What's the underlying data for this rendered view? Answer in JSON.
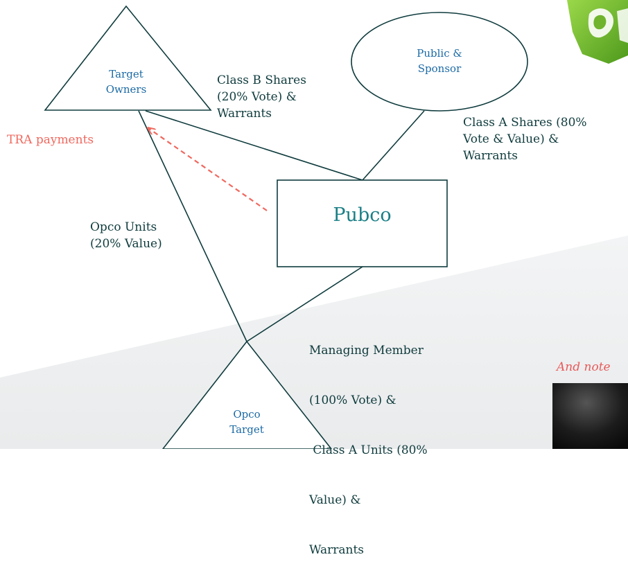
{
  "nodes": {
    "target_owners": [
      "Target",
      "Owners"
    ],
    "public_sponsor": [
      "Public &",
      "Sponsor"
    ],
    "pubco": "Pubco",
    "opco_target": [
      "Opco",
      "Target"
    ]
  },
  "edge_labels": {
    "class_b": [
      "Class B Shares",
      "(20% Vote) &",
      "Warrants"
    ],
    "class_a_shares": [
      "Class A Shares (80%",
      "Vote & Value) &",
      "Warrants"
    ],
    "opco_units": [
      "Opco Units",
      "(20% Value)"
    ],
    "managing_member": [
      "Managing Member",
      "(100% Vote) &",
      " Class A Units (80%",
      "Value) &",
      "Warrants"
    ],
    "tra": "TRA payments"
  },
  "side_note": "And note",
  "colors": {
    "line": "#0f3b3d",
    "node_text": "#1b6aa5",
    "pubco_text": "#1a7f86",
    "tra": "#f0685e",
    "side_note": "#e85a5a"
  }
}
